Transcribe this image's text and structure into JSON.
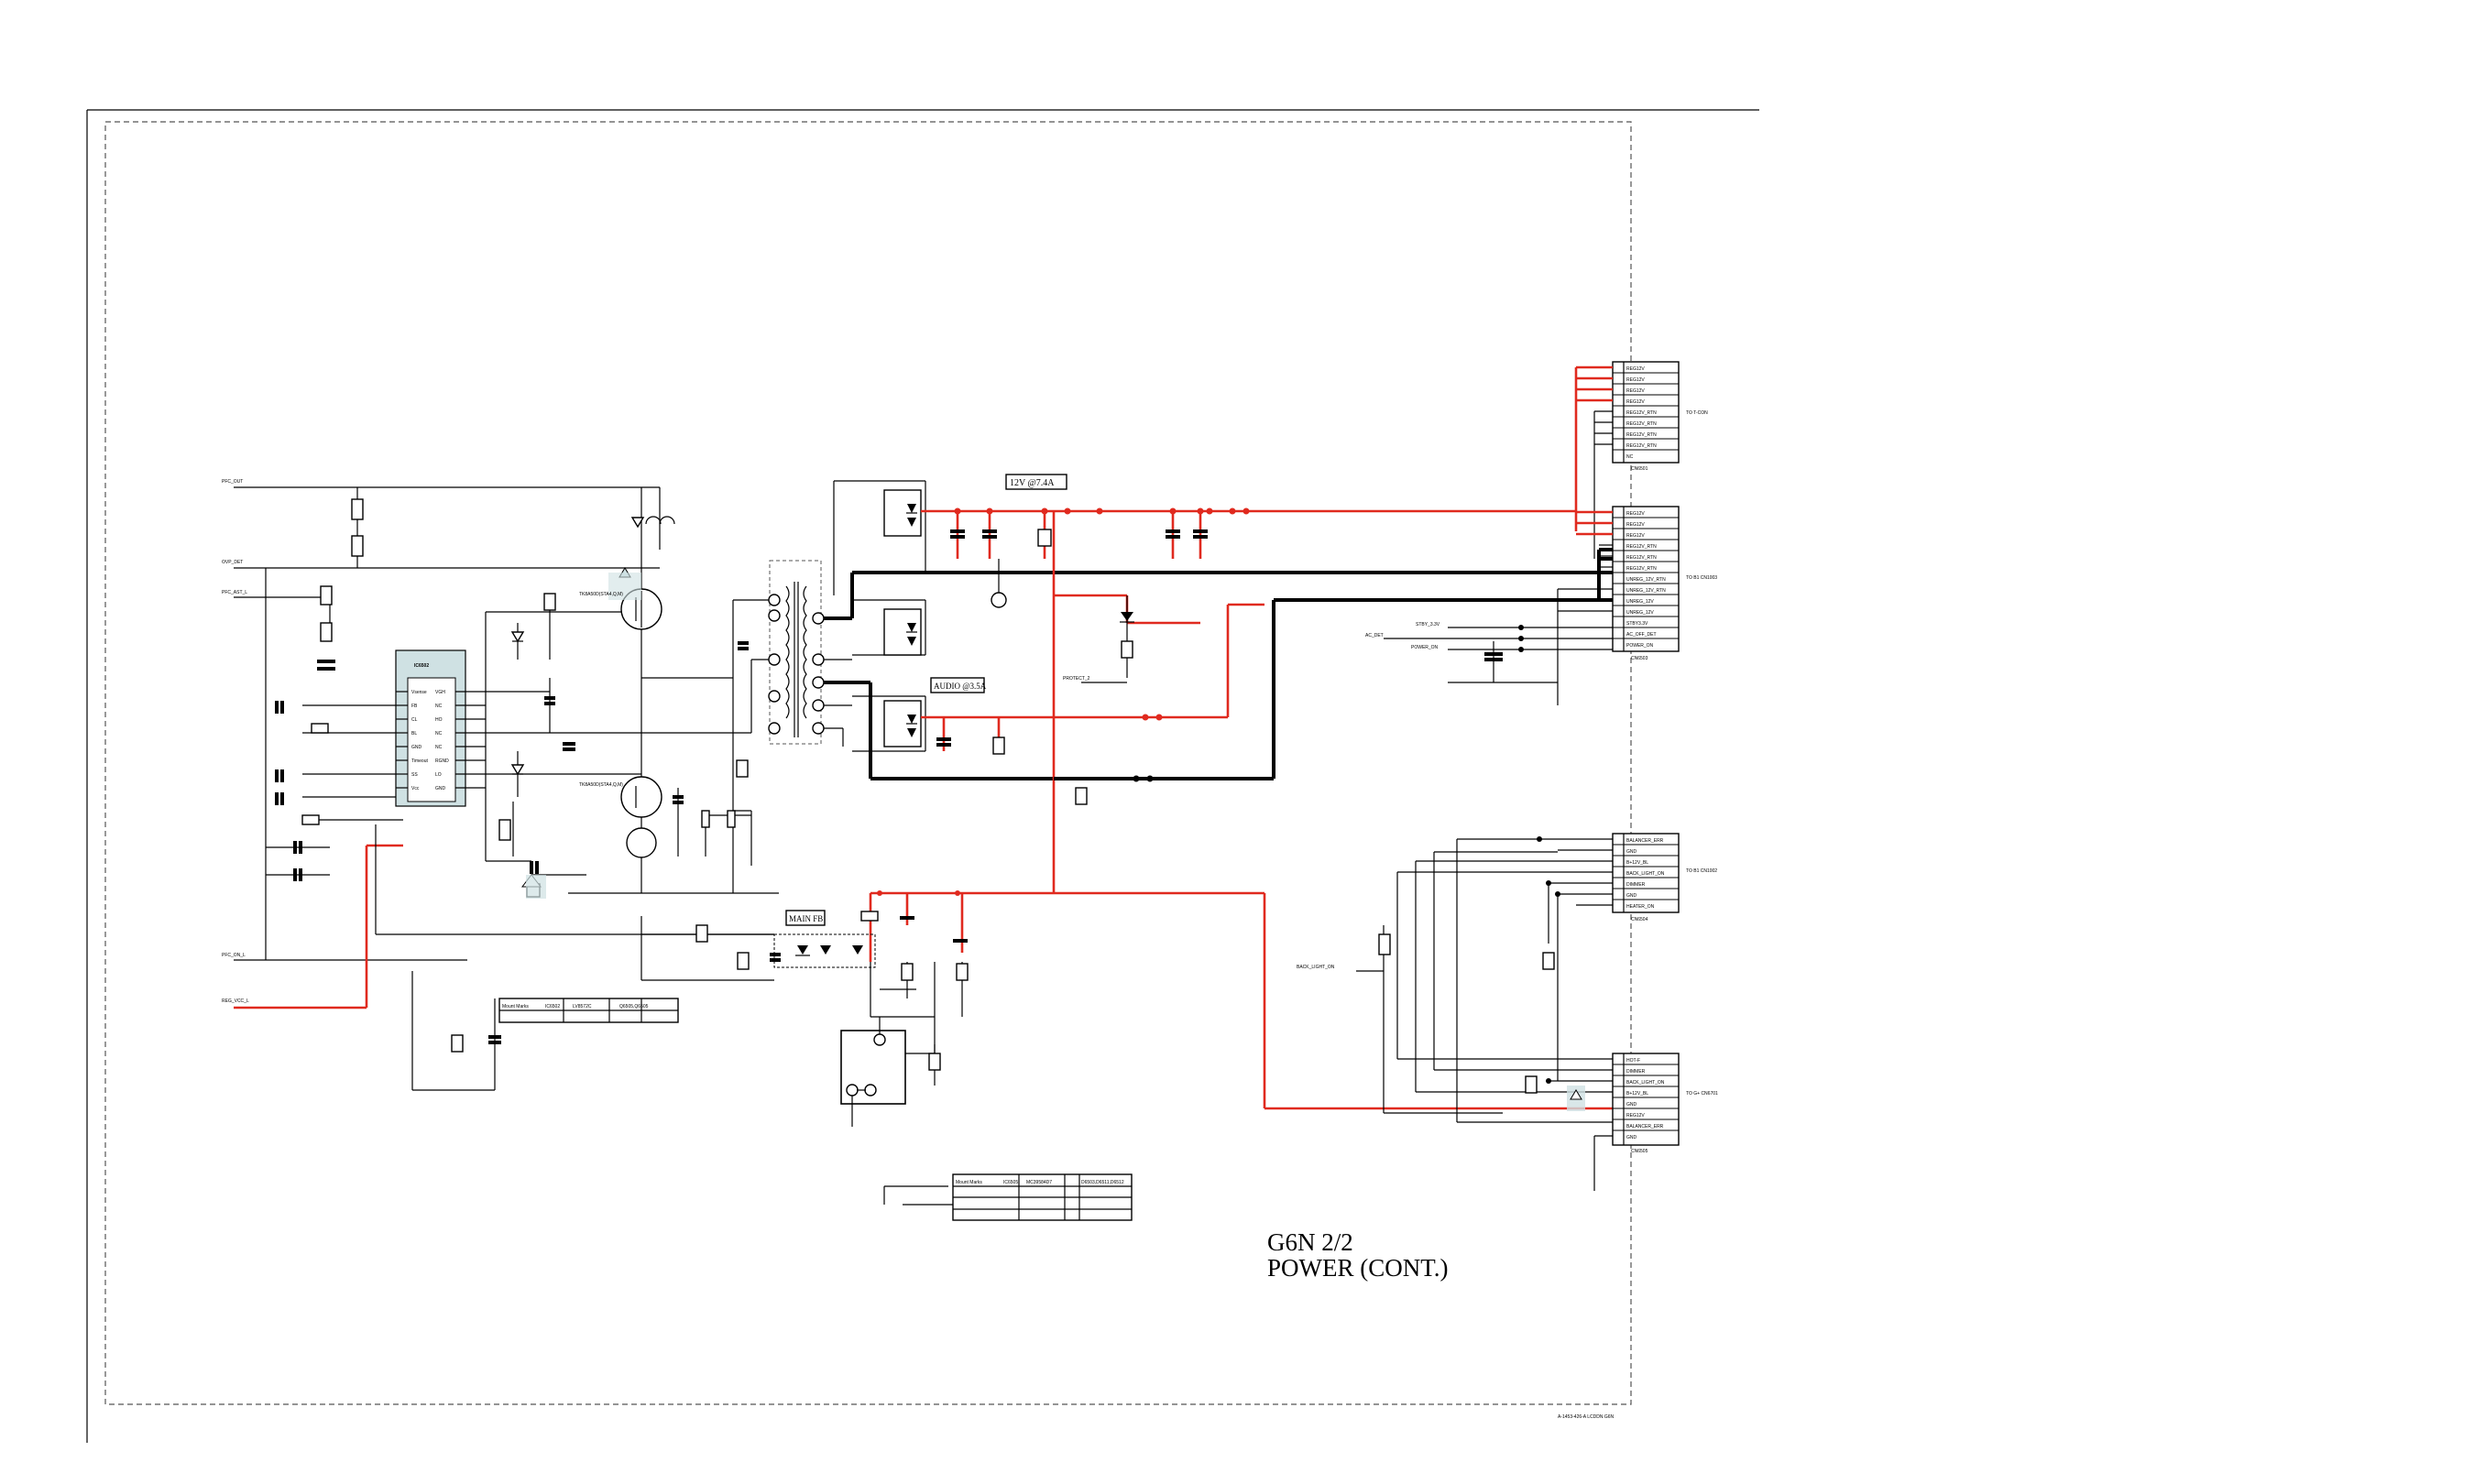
{
  "diagram": {
    "title": "G6N 2/2",
    "subtitle": "POWER (CONT.)",
    "footer_code": "A-1453-426-A  LCDDN  G6N",
    "rail_labels": {
      "rail_12v": "12V @7.4A",
      "rail_audio": "AUDIO @3.5A",
      "main_fb": "MAIN FB"
    },
    "ic_label": "IC6502",
    "ic_pins_left": [
      "Vsense",
      "FB",
      "CL",
      "BL",
      "GND",
      "Timeout",
      "SS",
      "Vcc"
    ],
    "ic_pins_right": [
      "VGH",
      "NC",
      "HO",
      "NC",
      "NC",
      "RGND",
      "LO",
      "GND"
    ],
    "mosfet_labels": [
      "TK8A50D(STA4,Q,M)",
      "TK8A50D(STA4,Q,M)"
    ],
    "connectors": {
      "cn1_title": "CN6501",
      "cn1_pins": [
        "REG12V",
        "REG12V",
        "REG12V",
        "REG12V",
        "REG12V_RTN",
        "REG12V_RTN",
        "REG12V_RTN",
        "REG12V_RTN",
        "NC"
      ],
      "cn1_side": "TO T-CON",
      "cn2_title": "CN6503",
      "cn2_pins": [
        "REG12V",
        "REG12V",
        "REG12V",
        "REG12V_RTN",
        "REG12V_RTN",
        "REG12V_RTN",
        "UNREG_12V_RTN",
        "UNREG_12V_RTN",
        "UNREG_12V",
        "UNREG_12V",
        "STBY3.3V",
        "AC_OFF_DET",
        "POWER_ON"
      ],
      "cn2_side": "TO B1 CN1003",
      "cn3_title": "CN6504",
      "cn3_pins": [
        "BALANCER_ERR",
        "GND",
        "B+12V_BL",
        "BACK_LIGHT_ON",
        "DIMMER",
        "GND",
        "HEATER_ON"
      ],
      "cn3_side": "TO B1 CN1002",
      "cn4_title": "CN6505",
      "cn4_pins": [
        "HOT-F",
        "DIMMER",
        "BACK_LIGHT_ON",
        "B+12V_BL",
        "GND",
        "REG12V",
        "BALANCER_ERR",
        "GND"
      ],
      "cn4_side": "TO G+ CN6701"
    },
    "net_labels": {
      "pfc_out": "PFC_OUT",
      "ovp_det": "OVP_DET",
      "pfc_ast": "PFC_AST_L",
      "pfc_on": "PFC_ON_L",
      "reg_vcc": "REG_VCC_L",
      "ac_det": "AC_DET",
      "power_on": "POWER_ON",
      "stby": "STBY_3.3V",
      "back_light": "BACK_LIGHT_ON",
      "protect": "PROTECT_2"
    },
    "parts_table_1": {
      "header": [
        "Mount Marks",
        "IC6502",
        "LV8572C",
        "Q6505,Q6505"
      ],
      "row": []
    },
    "parts_table_2": {
      "header": [
        "Mount Marks",
        "IC6505",
        "MC39584D7",
        "D6503,D6511,D6512"
      ],
      "row": []
    },
    "colors": {
      "red_net": "#e02a1f",
      "ic_fill": "#cfe1e3"
    }
  }
}
